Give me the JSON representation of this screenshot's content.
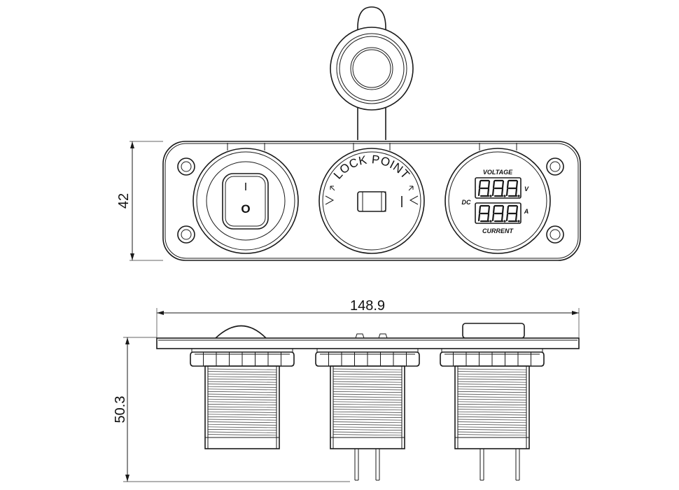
{
  "dimensions": {
    "height_top_view": "42",
    "width_side_view": "148.9",
    "height_side_view": "50.3"
  },
  "switch_symbols": {
    "on": "I",
    "off": "O"
  },
  "socket_label": "LOCK POINT",
  "meter": {
    "title_top": "VOLTAGE",
    "title_bottom": "CURRENT",
    "side_label": "DC",
    "unit_voltage": "V",
    "unit_current": "A",
    "digits_voltage": "8.8.8.",
    "digits_current": "8.8.8."
  },
  "icons": [
    "rocker-switch-icon",
    "socket-icon",
    "lock-arrow-icon",
    "seven-segment-display-icon"
  ]
}
